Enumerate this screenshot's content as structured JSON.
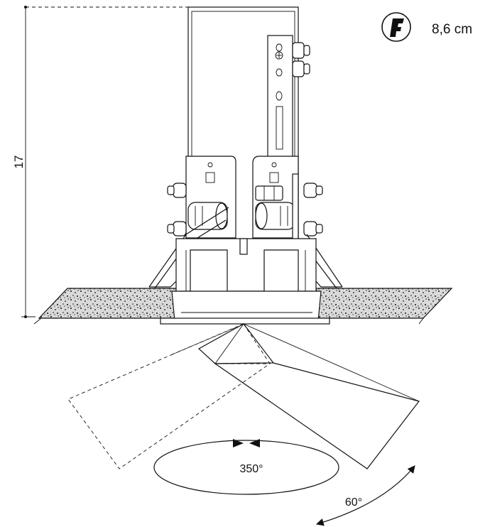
{
  "diagram": {
    "height_dimension": "17",
    "cutout_dimension": "8,6 cm",
    "cutout_icon": "ceiling-cutout-icon",
    "rotation_label": "350°",
    "tilt_label": "60°"
  },
  "colors": {
    "line": "#111111",
    "background": "#ffffff",
    "ceiling_fill": "#d9d9d9"
  }
}
